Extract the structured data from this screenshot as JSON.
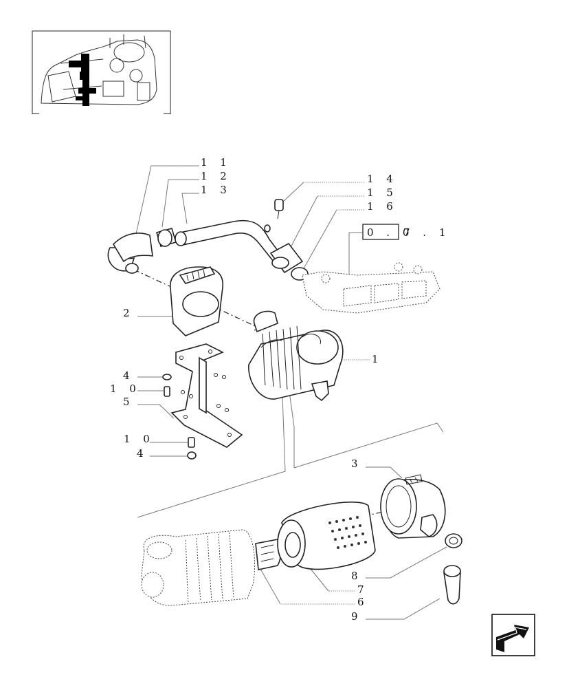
{
  "callouts": {
    "c1": "1",
    "c2": "2",
    "c3": "3",
    "c4a": "4",
    "c4b": "4",
    "c5": "5",
    "c6": "6",
    "c7": "7",
    "c8": "8",
    "c9": "9",
    "c10a": "1 0",
    "c10b": "1 0",
    "c11": "1 1",
    "c12": "1 2",
    "c13": "1 3",
    "c14": "1 4",
    "c15": "1 5",
    "c16": "1 6"
  },
  "reference": {
    "boxed": "0 . 0",
    "suffix": "7 . 1"
  },
  "icons": {
    "thumbnail": "engine-location-thumbnail",
    "nav": "previous-page-arrow-icon"
  }
}
